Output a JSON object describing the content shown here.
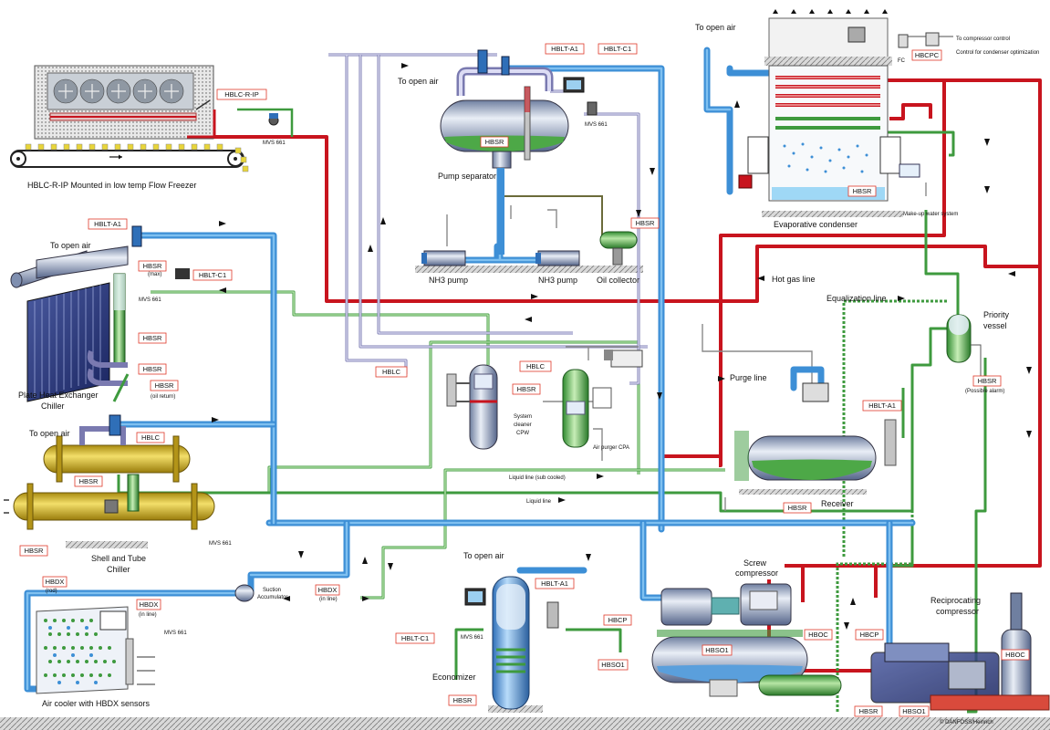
{
  "labels": {
    "flow_freezer": "HBLC-R-IP Mounted in low temp Flow Freezer",
    "pump_separator": "Pump separator",
    "nh3_pump_1": "NH3 pump",
    "nh3_pump_2": "NH3 pump",
    "oil_collector": "Oil collector",
    "evap_condenser": "Evaporative condenser",
    "makeup_water": "Make-up water system",
    "to_compressor_control": "To compressor control",
    "condenser_opt": "Control for condenser optimization",
    "fc": "FC",
    "hot_gas_line": "Hot gas line",
    "equalization_line": "Equalization line",
    "priority_vessel": "Priority vessel",
    "possible_alarm": "(Possible alarm)",
    "purge_line": "Purge line",
    "receiver": "Receiver",
    "plate_hx": "Plate Heat Exchanger Chiller",
    "system_cleaner": "System cleaner CPW",
    "air_purger": "Air purger CPA",
    "liquid_line_sub": "Liquid line (sub cooled)",
    "liquid_line": "Liquid line",
    "shell_tube": "Shell and Tube Chiller",
    "suction_acc": "Suction Accumulator",
    "air_cooler": "Air cooler with HBDX sensors",
    "economizer": "Economizer",
    "screw_compressor": "Screw compressor",
    "recip_compressor": "Reciprocating compressor",
    "to_open_air_1": "To open air",
    "to_open_air_2": "To open air",
    "to_open_air_3": "To open air",
    "to_open_air_4": "To open air",
    "to_open_air_5": "To open air",
    "mvs_661_a": "MVS 661",
    "mvs_661_b": "MVS 661",
    "mvs_661_c": "MVS 661",
    "mvs_661_d": "MVS 661",
    "mvs_661_e": "MVS 661",
    "mvs_661_f": "MVS 661",
    "max": "(max)",
    "oil_return": "(oil return)",
    "rod": "(rod)",
    "in_line_1": "(in line)",
    "in_line_2": "(in line)",
    "copyright": "© DANFOSS/Heinrich"
  },
  "tags": {
    "hblc_r_ip": "HBLC-R-IP",
    "hblt_a1_top": "HBLT-A1",
    "hblt_c1_top": "HBLT-C1",
    "hbsr_sep": "HBSR",
    "hbsr_oil": "HBSR",
    "hbcpc": "HBCPC",
    "hbsr_cond": "HBSR",
    "hblt_a1_phx": "HBLT-A1",
    "hbsr_phx_max": "HBSR",
    "hblt_c1_phx": "HBLT-C1",
    "hbsr_phx_mid": "HBSR",
    "hbsr_phx_low": "HBSR",
    "hbsr_phx_oil": "HBSR",
    "hblc_cpw": "HBLC",
    "hbsr_cpw": "HBSR",
    "hblc_cpa": "HBLC",
    "hbsr_prio": "HBSR",
    "hblt_a1_rec": "HBLT-A1",
    "hbsr_rec": "HBSR",
    "hblc_st": "HBLC",
    "hbsr_st1": "HBSR",
    "hbsr_st2": "HBSR",
    "hbdx_rod": "HBDX",
    "hbdx_inline": "HBDX",
    "hbdx_acc": "HBDX",
    "hblt_c1_eco": "HBLT-C1",
    "hblt_a1_eco": "HBLT-A1",
    "hbsr_eco": "HBSR",
    "hbcp_screw": "HBCP",
    "hbso1_screw_a": "HBSO1",
    "hbso1_screw_b": "HBSO1",
    "hboc_screw": "HBOC",
    "hbsr_screw": "HBSR",
    "hbcp_recip": "HBCP",
    "hboc_recip": "HBOC",
    "hbso1_recip": "HBSO1"
  },
  "colors": {
    "suction_blue": "#3d8fd6",
    "hot_gas_red": "#c8141e",
    "liquid_green": "#3e9a3e",
    "vapour_lavender": "#7a7ab0",
    "tag_border": "#e03a2a"
  }
}
